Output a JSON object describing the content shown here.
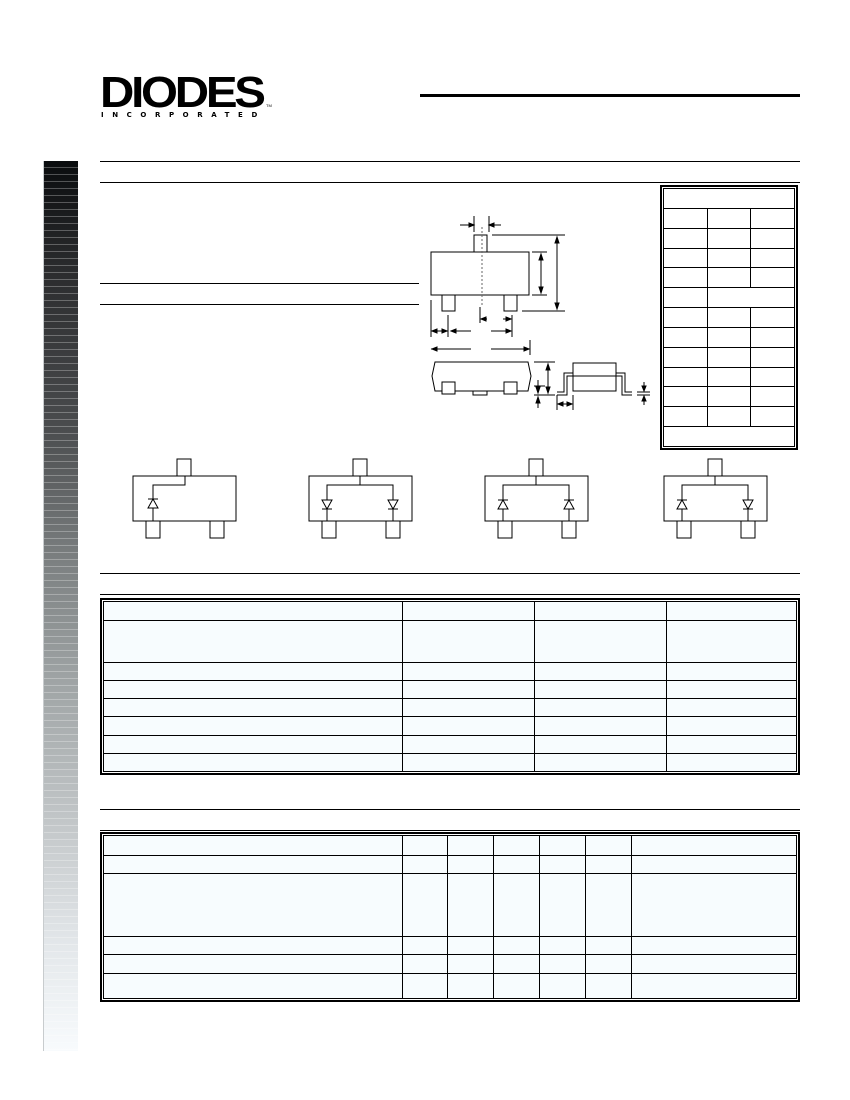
{
  "header": {
    "brand": {
      "name": "DIODES",
      "subtitle": "INCORPORATED",
      "trademark": "TM"
    }
  },
  "package_drawing": {
    "top_view": "sot23-top-view",
    "side_view": "sot23-side-view",
    "end_view": "sot23-end-view"
  },
  "dimension_table": {
    "columns": 3,
    "rows": [
      {
        "type": "title",
        "cells": [
          ""
        ]
      },
      {
        "type": "header",
        "cells": [
          "",
          "",
          ""
        ]
      },
      {
        "type": "data",
        "cells": [
          "",
          "",
          ""
        ]
      },
      {
        "type": "data",
        "cells": [
          "",
          "",
          ""
        ]
      },
      {
        "type": "data",
        "cells": [
          "",
          "",
          ""
        ]
      },
      {
        "type": "data-merged",
        "cells": [
          "",
          ""
        ]
      },
      {
        "type": "data",
        "cells": [
          "",
          "",
          ""
        ]
      },
      {
        "type": "data",
        "cells": [
          "",
          "",
          ""
        ]
      },
      {
        "type": "data",
        "cells": [
          "",
          "",
          ""
        ]
      },
      {
        "type": "data",
        "cells": [
          "",
          "",
          ""
        ]
      },
      {
        "type": "data",
        "cells": [
          "",
          "",
          ""
        ]
      },
      {
        "type": "data",
        "cells": [
          "",
          "",
          ""
        ]
      },
      {
        "type": "footer",
        "cells": [
          ""
        ]
      }
    ]
  },
  "schematics": [
    {
      "name": "single-diode",
      "diodes": [
        {
          "side": "left",
          "direction": "up"
        }
      ]
    },
    {
      "name": "common-cathode",
      "diodes": [
        {
          "side": "left",
          "direction": "down"
        },
        {
          "side": "right",
          "direction": "down"
        }
      ]
    },
    {
      "name": "common-anode",
      "diodes": [
        {
          "side": "left",
          "direction": "up"
        },
        {
          "side": "right",
          "direction": "up"
        }
      ]
    },
    {
      "name": "series",
      "diodes": [
        {
          "side": "left",
          "direction": "up"
        },
        {
          "side": "right",
          "direction": "down"
        }
      ]
    }
  ],
  "max_ratings_table": {
    "headers": [
      "",
      "",
      "",
      ""
    ],
    "rows": [
      [
        "",
        "",
        "",
        ""
      ],
      [
        "",
        "",
        "",
        ""
      ],
      [
        "",
        "",
        "",
        ""
      ],
      [
        "",
        "",
        "",
        ""
      ],
      [
        "",
        "",
        "",
        ""
      ],
      [
        "",
        "",
        "",
        ""
      ],
      [
        "",
        "",
        "",
        ""
      ]
    ]
  },
  "electrical_table": {
    "headers": [
      "",
      "",
      "",
      "",
      "",
      "",
      ""
    ],
    "rows": [
      [
        "",
        "",
        "",
        "",
        "",
        "",
        ""
      ],
      [
        "",
        "",
        "",
        "",
        "",
        "",
        ""
      ],
      [
        "",
        "",
        "",
        "",
        "",
        "",
        ""
      ],
      [
        "",
        "",
        "",
        "",
        "",
        "",
        ""
      ],
      [
        "",
        "",
        "",
        "",
        "",
        "",
        ""
      ]
    ]
  },
  "colors": {
    "rule": "#000000",
    "table_fill": "#f7fcfe",
    "sidebar_top": "#0a0c0e",
    "sidebar_bottom": "#f8fbfd"
  }
}
